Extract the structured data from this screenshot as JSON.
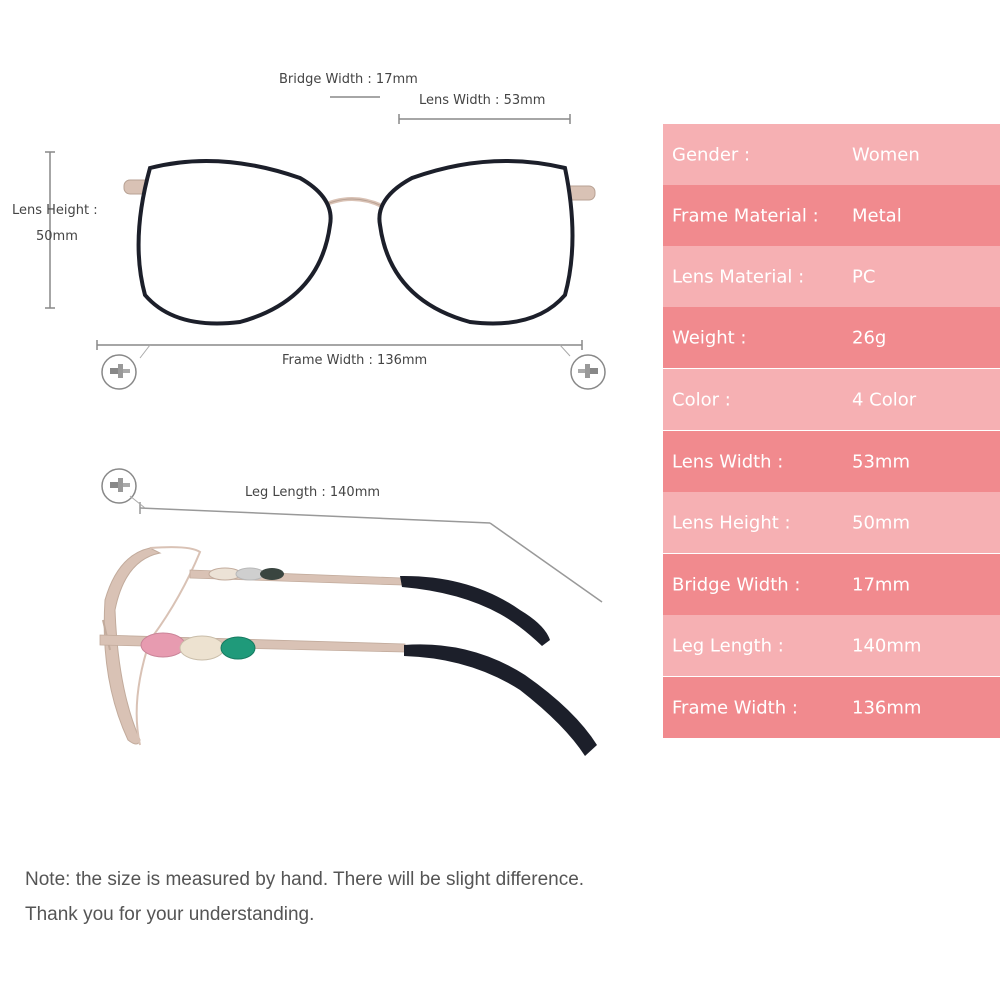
{
  "dimensions": {
    "bridge_width": "Bridge Width : 17mm",
    "lens_width": "Lens Width : 53mm",
    "lens_height_label": "Lens Height :",
    "lens_height_value": "50mm",
    "frame_width": "Frame Width : 136mm",
    "leg_length": "Leg Length : 140mm"
  },
  "specs": [
    {
      "label": "Gender :",
      "value": "Women"
    },
    {
      "label": "Frame Material :",
      "value": "Metal"
    },
    {
      "label": "Lens Material :",
      "value": "PC"
    },
    {
      "label": "Weight :",
      "value": "26g"
    },
    {
      "label": "Color :",
      "value": "4 Color"
    },
    {
      "label": "Lens Width :",
      "value": "53mm"
    },
    {
      "label": "Lens Height :",
      "value": "50mm"
    },
    {
      "label": "Bridge Width :",
      "value": "17mm"
    },
    {
      "label": "Leg Length :",
      "value": "140mm"
    },
    {
      "label": "Frame Width :",
      "value": "136mm"
    }
  ],
  "colors": {
    "row_light": "#f6b0b3",
    "row_dark": "#f18a8e",
    "frame": "#1c1f2a",
    "gold": "#d9c2b5",
    "enamel_pink": "#e79bb0",
    "enamel_cream": "#ede2d0",
    "enamel_green": "#1f9a7a"
  },
  "note": {
    "line1": "Note: the size is measured by hand. There will be slight difference.",
    "line2": "Thank you for your understanding."
  }
}
